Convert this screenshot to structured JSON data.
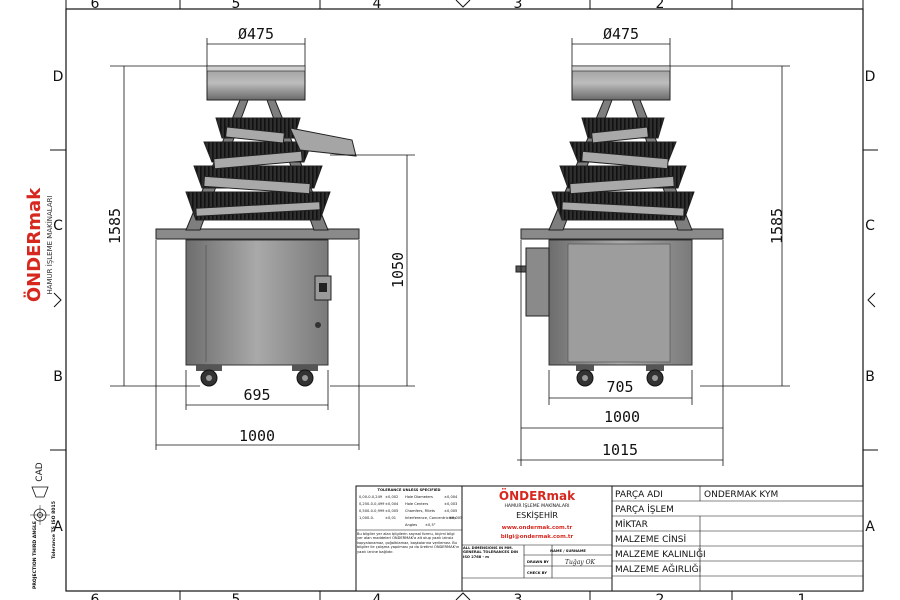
{
  "frame": {
    "columns_top": [
      "6",
      "5",
      "4",
      "3",
      "2"
    ],
    "columns_bottom": [
      "6",
      "5",
      "4",
      "3",
      "2",
      "1"
    ],
    "rows_left": [
      "D",
      "C",
      "B",
      "A"
    ],
    "rows_right": [
      "D",
      "C",
      "B",
      "A"
    ],
    "side_projection": "PROJECTION THIRD ANGLE",
    "side_tolerance": "Tolerance TS ISO 8015",
    "side_cad": "CAD"
  },
  "brand": {
    "logo": "ÖNDERmak",
    "tagline": "HAMUR İŞLEME MAKİNALARI"
  },
  "front_view": {
    "dim_top": "Ø475",
    "dim_height_total": "1585",
    "dim_height_body": "1050",
    "dim_base_width": "695",
    "dim_table_width": "1000"
  },
  "side_view": {
    "dim_top": "Ø475",
    "dim_height_total": "1585",
    "dim_base_width": "705",
    "dim_table_width": "1000",
    "dim_overall_width": "1015"
  },
  "title_block": {
    "tolerance_header": "TOLERANCE UNLESS SPECIFIED",
    "tolerance_rows": [
      [
        "0,00-0-0,249",
        "±0,002",
        "Hole Diameters",
        "±0,004"
      ],
      [
        "0,250-0-0,499",
        "±0,004",
        "Hole Centers",
        "±0,003"
      ],
      [
        "0,500-0-0,999",
        "±0,005",
        "Chamfers, Fillets",
        "±0,005"
      ],
      [
        "1,000-0-",
        "±0,01",
        "Interference, Concentricities",
        "±0,005"
      ],
      [
        "",
        "",
        "Angles",
        "±0,5°"
      ]
    ],
    "note": "Bu bilgiler yer alan bilgilerin sayısal formu, biçimi bilgi yer alan maddeleri ÖNDERMAK'a ait olup yazılı izinsiz kopyalanamaz, çoğaltılamaz, başkalarına verilemez. Bu bilgiler ile çalışma yapılması ya da üretimi ÖNDERMAK'ın yazılı iznine bağlıdır.",
    "company_logo": "ÖNDERmak",
    "company_tagline": "HAMUR İŞLEME MAKİNALARI",
    "company_city": "ESKİŞEHİR",
    "web": "www.ondermak.com.tr",
    "email": "bilgi@ondermak.com.tr",
    "general_tol": "ALL DIMENSIONS IN MM. GENERAL TOLERANCES DIN ISO 2768 - m",
    "name_header": "NAME / SURNAME",
    "drawn_by": "DRAWN BY",
    "check_by": "CHECK BY",
    "signature": "Tuğay OK",
    "fields": [
      {
        "label": "PARÇA ADI",
        "value": "ONDERMAK KYM"
      },
      {
        "label": "PARÇA İŞLEM",
        "value": ""
      },
      {
        "label": "MİKTAR",
        "value": ""
      },
      {
        "label": "MALZEME CİNSİ",
        "value": ""
      },
      {
        "label": "MALZEME KALINLIĞI",
        "value": ""
      },
      {
        "label": "MALZEME AĞIRLIĞI",
        "value": ""
      }
    ]
  },
  "colors": {
    "steel": "#8c8c8c",
    "steel_dark": "#4a4a4a",
    "steel_light": "#bdbdbd",
    "brand_red": "#d6281f",
    "line": "#111111"
  }
}
